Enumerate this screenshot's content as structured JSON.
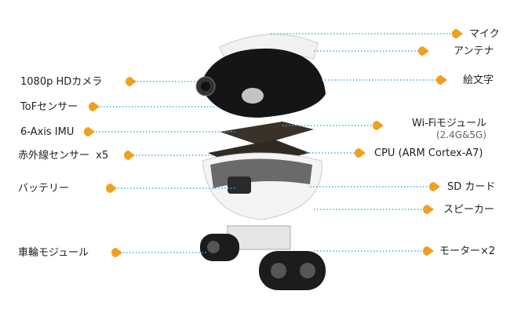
{
  "colors": {
    "marker": "#f0a020",
    "leader": "#3cb4dc"
  },
  "labels_left": [
    {
      "text": "1080p HDカメラ"
    },
    {
      "text": "ToFセンサー"
    },
    {
      "text": "6-Axis IMU"
    },
    {
      "text": "赤外線センサー  x5"
    },
    {
      "text": "バッテリー"
    },
    {
      "text": "車輪モジュール"
    }
  ],
  "labels_right": [
    {
      "text": "マイク"
    },
    {
      "text": "アンテナ"
    },
    {
      "text": "絵文字"
    },
    {
      "text": "Wi-Fiモジュール",
      "sub": "(2.4G&5G)"
    },
    {
      "text": "CPU (ARM Cortex-A7)"
    },
    {
      "text": "SD カード"
    },
    {
      "text": "スピーカー"
    },
    {
      "text": "モーター×2"
    }
  ]
}
